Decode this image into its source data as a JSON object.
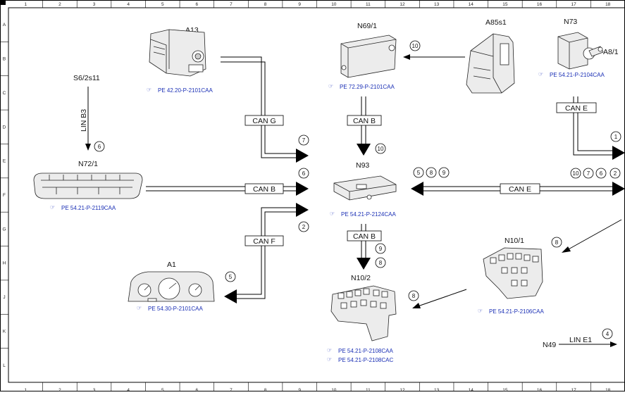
{
  "grid": {
    "columns": [
      "1",
      "2",
      "3",
      "4",
      "5",
      "6",
      "7",
      "8",
      "9",
      "10",
      "11",
      "12",
      "13",
      "14",
      "15",
      "16",
      "17",
      "18"
    ],
    "rows": [
      "A",
      "B",
      "C",
      "D",
      "E",
      "F",
      "G",
      "H",
      "J",
      "K",
      "L"
    ]
  },
  "colors": {
    "line": "#000000",
    "link": "#1a2fb5",
    "frame": "#000000",
    "device_fill": "#ececec"
  },
  "components": {
    "a13": {
      "label": "A13",
      "ref": "PE 42.20-P-2101CAA"
    },
    "s6": {
      "label": "S6/2s11"
    },
    "n72": {
      "label": "N72/1",
      "ref": "PE 54.21-P-2119CAA"
    },
    "a1": {
      "label": "A1",
      "ref": "PE 54.30-P-2101CAA"
    },
    "n69": {
      "label": "N69/1",
      "ref": "PE 72.29-P-2101CAA"
    },
    "a85": {
      "label": "A85s1"
    },
    "n73": {
      "label": "N73",
      "label2": "A8/1",
      "ref": "PE 54.21-P-2104CAA"
    },
    "n93": {
      "label": "N93",
      "ref": "PE 54.21-P-2124CAA"
    },
    "n102": {
      "label": "N10/2",
      "ref1": "PE 54.21-P-2108CAA",
      "ref2": "PE 54.21-P-2108CAC"
    },
    "n101": {
      "label": "N10/1",
      "ref": "PE 54.21-P-2106CAA"
    },
    "n49": {
      "label": "N49"
    }
  },
  "buses": {
    "can_g": "CAN G",
    "can_b_n69": "CAN B",
    "can_b_n72": "CAN B",
    "can_f": "CAN F",
    "can_b_n93": "CAN B",
    "can_e_main": "CAN E",
    "can_e_n73": "CAN E",
    "lin_b3": "LIN B3",
    "lin_e1": "LIN E1"
  },
  "numbers": {
    "n_7": "7",
    "n_6_mid": "6",
    "n_2_left": "2",
    "n_5_a1": "5",
    "n_6_lin": "6",
    "n_10_top": "10",
    "n_10_n93": "10",
    "n_1": "1",
    "n_5": "5",
    "n_8_e": "8",
    "n_9_e": "9",
    "n_10_r": "10",
    "n_7_r": "7",
    "n_6_r": "6",
    "n_2_r": "2",
    "n_9_b": "9",
    "n_8_b": "8",
    "n_8_right": "8",
    "n_8_lower": "8",
    "n_4": "4"
  }
}
